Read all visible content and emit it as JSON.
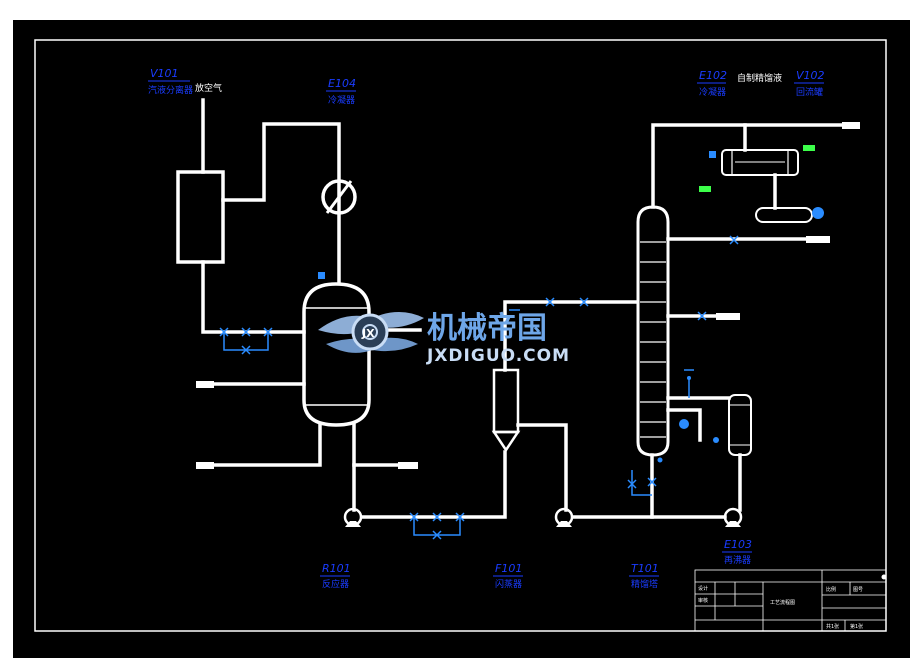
{
  "equipment": [
    {
      "id": "v101",
      "code": "V101",
      "name": "汽液分离器"
    },
    {
      "id": "e104",
      "code": "E104",
      "name": "冷凝器"
    },
    {
      "id": "e102",
      "code": "E102",
      "name": "冷凝器"
    },
    {
      "id": "v102",
      "code": "V102",
      "name": "回流罐"
    },
    {
      "id": "e103",
      "code": "E103",
      "name": "再沸器"
    },
    {
      "id": "r101",
      "code": "R101",
      "name": "反应器"
    },
    {
      "id": "f101",
      "code": "F101",
      "name": "闪蒸器"
    },
    {
      "id": "t101",
      "code": "T101",
      "name": "精馏塔"
    }
  ],
  "annotations": {
    "exhaust_gas": "放空气",
    "distillate": "自制精馏液"
  },
  "watermark": {
    "cn": "机械帝国",
    "en": "JXDIGUO.COM"
  },
  "title_block": {
    "drawing_title": "工艺流程图",
    "cells": [
      "设计",
      "审核",
      "比例",
      "图号",
      "共1张",
      "第1张"
    ]
  },
  "colors": {
    "background": "#000000",
    "frame": "#ffffff",
    "pipe": "#ffffff",
    "label": "#1a3cff",
    "valve": "#2a8cff",
    "instrument_green": "#3cff4a"
  }
}
